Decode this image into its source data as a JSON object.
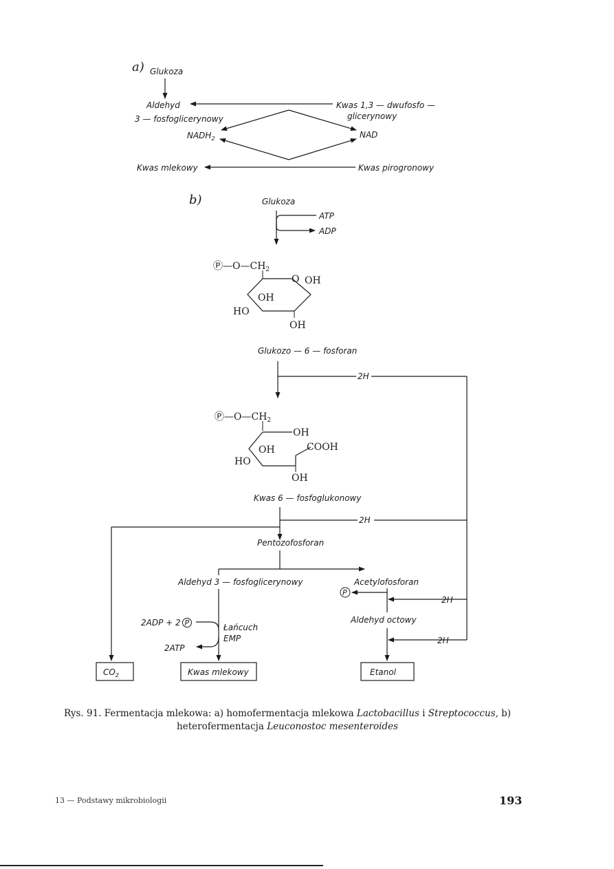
{
  "figure": {
    "panel_a": {
      "label": "a)",
      "glukoza": "Glukoza",
      "aldehyd_line1": "Aldehyd",
      "aldehyd_line2": "3 — fosfoglicerynowy",
      "kwas13_line1": "Kwas 1,3 — dwufosfo —",
      "kwas13_line2": "glicerynowy",
      "nadh2": "NADH",
      "nadh2_sub": "2",
      "nad": "NAD",
      "kwas_mlekowy": "Kwas mlekowy",
      "kwas_pirogronowy": "Kwas pirogronowy"
    },
    "panel_b": {
      "label": "b)",
      "glukoza": "Glukoza",
      "atp": "ATP",
      "adp": "ADP",
      "glucose6p_structure": {
        "phosphate_group": "Ⓟ—O—CH",
        "phosphate_sub": "2",
        "ring_oxygen": "O",
        "oh_top_right": "OH",
        "oh_inner": "OH",
        "ho_left": "HO",
        "oh_bottom": "OH"
      },
      "glukozo_6_fosforan": "Glukozo — 6 — fosforan",
      "two_h": "2H",
      "gluconate6p_structure": {
        "phosphate_group": "Ⓟ—O—CH",
        "phosphate_sub": "2",
        "oh_top": "OH",
        "oh_inner": "OH",
        "cooh": "COOH",
        "ho_left": "HO",
        "oh_bottom": "OH"
      },
      "kwas_6_fosfoglukonowy": "Kwas 6 — fosfoglukonowy",
      "pentozofosforan": "Pentozofosforan",
      "aldehyd_3": "Aldehyd 3 — fosfoglicerynowy",
      "acetylofosforan": "Acetylofosforan",
      "phosphate_symbol": "P",
      "adp_input": "2ADP + 2",
      "atp_output": "2ATP",
      "lancuch_line1": "Łańcuch",
      "lancuch_line2": "EMP",
      "aldehyd_octowy": "Aldehyd octowy",
      "co2": "CO",
      "co2_sub": "2",
      "box_kwas_mlekowy": "Kwas mlekowy",
      "box_etanol": "Etanol"
    }
  },
  "caption": {
    "prefix": "Rys. 91. Fermentacja mlekowa: a) homofermentacja mlekowa ",
    "lactobacillus": "Lactobacillus",
    "conj": " i ",
    "streptococcus": "Streptococcus",
    "middle": ", b) heterofermentacja ",
    "leuconostoc": "Leuconostoc mesenteroides"
  },
  "footer": {
    "left": "13 — Podstawy mikrobiologii",
    "page_number": "193"
  }
}
